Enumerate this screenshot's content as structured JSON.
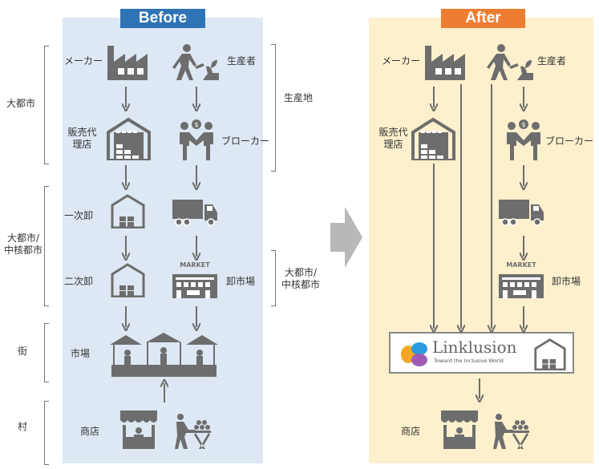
{
  "before": {
    "title": "Before",
    "labels": {
      "maker": "メーカー",
      "producer": "生産者",
      "sales_agent": "販売代理店",
      "broker": "ブローカー",
      "primary_wholesale": "一次卸",
      "secondary_wholesale": "二次卸",
      "wholesale_market": "卸市場",
      "market": "市場",
      "shop": "商店",
      "market_sign": "MARKET"
    }
  },
  "after": {
    "title": "After",
    "labels": {
      "maker": "メーカー",
      "producer": "生産者",
      "sales_agent": "販売代理店",
      "broker": "ブローカー",
      "wholesale_market": "卸市場",
      "shop": "商店",
      "market_sign": "MARKET"
    },
    "linklusion": {
      "name": "Linklusion",
      "tagline": "Toward the Inclusive World"
    }
  },
  "regions_left": {
    "big_city": "大都市",
    "big_mid_city": "大都市/中核都市",
    "town": "街",
    "village": "村"
  },
  "regions_right": {
    "production_area": "生産地",
    "big_mid_city": "大都市/中核都市"
  },
  "colors": {
    "before": "#2e74b5",
    "after": "#ed7d31",
    "before_bg": "#dde8f4",
    "after_bg": "#fdf0cc",
    "icon": "#6d6d6d"
  }
}
